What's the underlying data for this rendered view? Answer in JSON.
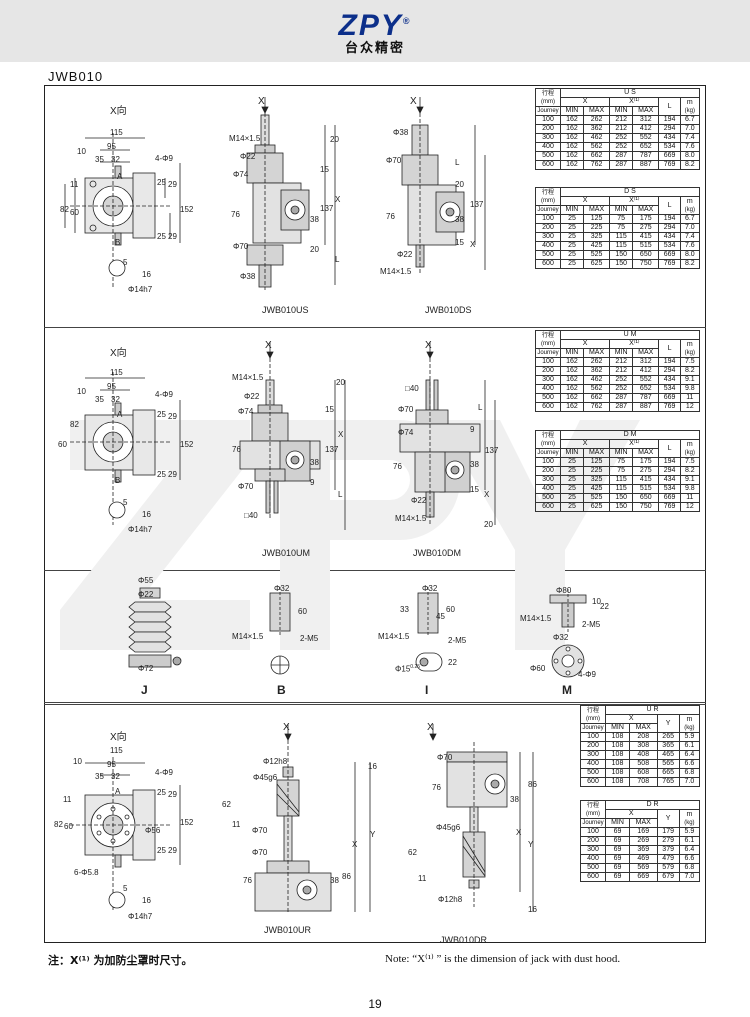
{
  "header": {
    "brand": "ZPY",
    "brand_reg": "®",
    "brand_cn": "台众精密"
  },
  "page_code": "JWB010",
  "views": {
    "x_dir": "X向",
    "x_arrow": "X"
  },
  "dims": {
    "d115": "115",
    "d95": "95",
    "d10": "10",
    "d35": "35",
    "d32": "32",
    "holes4": "4-Φ9",
    "d82": "82",
    "d60": "60",
    "d11": "11",
    "d25": "25",
    "d29": "29",
    "d152": "152",
    "d5": "5",
    "d16": "16",
    "shaft": "Φ14h7",
    "A": "A",
    "B": "B",
    "m14": "M14×1.5",
    "phi22": "Φ22",
    "phi74": "Φ74",
    "phi70": "Φ70",
    "phi38": "Φ38",
    "d20": "20",
    "d15": "15",
    "d137": "137",
    "d76": "76",
    "d38": "38",
    "d9": "9",
    "X": "X",
    "L": "L",
    "Y": "Y",
    "sq40": "□40",
    "phi56": "Φ56",
    "holes6": "6-Φ5.8",
    "d12h8": "Φ12h8",
    "d45g6": "Φ45g6",
    "d62": "62",
    "d86": "86",
    "d16b": "16"
  },
  "captions": {
    "us": "JWB010US",
    "ds": "JWB010DS",
    "um": "JWB010UM",
    "dm": "JWB010DM",
    "ur": "JWB010UR",
    "dr": "JWB010DR"
  },
  "accessories": {
    "j": {
      "label": "J",
      "d55": "Φ55",
      "d22": "Φ22",
      "d72": "Φ72"
    },
    "b": {
      "label": "B",
      "d32": "Φ32",
      "d60": "60",
      "m14": "M14×1.5",
      "m5": "2-M5"
    },
    "i": {
      "label": "I",
      "d32": "Φ32",
      "d33": "33",
      "d45": "45",
      "d60": "60",
      "m14": "M14×1.5",
      "m5": "2-M5",
      "d15": "Φ15",
      "tol": "0.25",
      "d22": "22"
    },
    "m": {
      "label": "M",
      "d80": "Φ80",
      "d10": "10",
      "d22": "22",
      "m14": "M14×1.5",
      "m5": "2-M5",
      "d32": "Φ32",
      "d60": "Φ60",
      "holes": "4-Φ9"
    }
  },
  "table_headers": {
    "stroke": "行程",
    "stroke_unit": "(mm)",
    "stroke_en": "Journey",
    "x": "X",
    "x1": "X⁽¹⁾",
    "L": "L",
    "Y": "Y",
    "m": "m",
    "m_unit": "(kg)",
    "min": "MIN",
    "max": "MAX"
  },
  "tables": {
    "us": {
      "title": "U S",
      "rows": [
        [
          "100",
          "162",
          "262",
          "212",
          "312",
          "194",
          "6.7"
        ],
        [
          "200",
          "162",
          "362",
          "212",
          "412",
          "294",
          "7.0"
        ],
        [
          "300",
          "162",
          "462",
          "252",
          "552",
          "434",
          "7.4"
        ],
        [
          "400",
          "162",
          "562",
          "252",
          "652",
          "534",
          "7.6"
        ],
        [
          "500",
          "162",
          "662",
          "287",
          "787",
          "669",
          "8.0"
        ],
        [
          "600",
          "162",
          "762",
          "287",
          "887",
          "769",
          "8.2"
        ]
      ]
    },
    "ds": {
      "title": "D S",
      "rows": [
        [
          "100",
          "25",
          "125",
          "75",
          "175",
          "194",
          "6.7"
        ],
        [
          "200",
          "25",
          "225",
          "75",
          "275",
          "294",
          "7.0"
        ],
        [
          "300",
          "25",
          "325",
          "115",
          "415",
          "434",
          "7.4"
        ],
        [
          "400",
          "25",
          "425",
          "115",
          "515",
          "534",
          "7.6"
        ],
        [
          "500",
          "25",
          "525",
          "150",
          "650",
          "669",
          "8.0"
        ],
        [
          "600",
          "25",
          "625",
          "150",
          "750",
          "769",
          "8.2"
        ]
      ]
    },
    "um": {
      "title": "U M",
      "rows": [
        [
          "100",
          "162",
          "262",
          "212",
          "312",
          "194",
          "7.5"
        ],
        [
          "200",
          "162",
          "362",
          "212",
          "412",
          "294",
          "8.2"
        ],
        [
          "300",
          "162",
          "462",
          "252",
          "552",
          "434",
          "9.1"
        ],
        [
          "400",
          "162",
          "562",
          "252",
          "652",
          "534",
          "9.8"
        ],
        [
          "500",
          "162",
          "662",
          "287",
          "787",
          "669",
          "11"
        ],
        [
          "600",
          "162",
          "762",
          "287",
          "887",
          "769",
          "12"
        ]
      ]
    },
    "dm": {
      "title": "D M",
      "rows": [
        [
          "100",
          "25",
          "125",
          "75",
          "175",
          "194",
          "7.5"
        ],
        [
          "200",
          "25",
          "225",
          "75",
          "275",
          "294",
          "8.2"
        ],
        [
          "300",
          "25",
          "325",
          "115",
          "415",
          "434",
          "9.1"
        ],
        [
          "400",
          "25",
          "425",
          "115",
          "515",
          "534",
          "9.8"
        ],
        [
          "500",
          "25",
          "525",
          "150",
          "650",
          "669",
          "11"
        ],
        [
          "600",
          "25",
          "625",
          "150",
          "750",
          "769",
          "12"
        ]
      ]
    },
    "ur": {
      "title": "U R",
      "rows": [
        [
          "100",
          "108",
          "208",
          "265",
          "5.9"
        ],
        [
          "200",
          "108",
          "308",
          "365",
          "6.1"
        ],
        [
          "300",
          "108",
          "408",
          "465",
          "6.4"
        ],
        [
          "400",
          "108",
          "508",
          "565",
          "6.6"
        ],
        [
          "500",
          "108",
          "608",
          "665",
          "6.8"
        ],
        [
          "600",
          "108",
          "708",
          "765",
          "7.0"
        ]
      ]
    },
    "dr": {
      "title": "D R",
      "rows": [
        [
          "100",
          "69",
          "169",
          "179",
          "5.9"
        ],
        [
          "200",
          "69",
          "269",
          "279",
          "6.1"
        ],
        [
          "300",
          "69",
          "369",
          "379",
          "6.4"
        ],
        [
          "400",
          "69",
          "469",
          "479",
          "6.6"
        ],
        [
          "500",
          "69",
          "569",
          "579",
          "6.8"
        ],
        [
          "600",
          "69",
          "669",
          "679",
          "7.0"
        ]
      ]
    }
  },
  "footnote": {
    "cn": "注：X⁽¹⁾ 为加防尘罩时尺寸。",
    "en": "Note: “X⁽¹⁾ ” is the dimension of jack with dust hood."
  },
  "page_number": "19",
  "colors": {
    "brand": "#0c2f8a",
    "header_bg": "#e6e6e6",
    "part_fill": "#d4d4d4"
  }
}
